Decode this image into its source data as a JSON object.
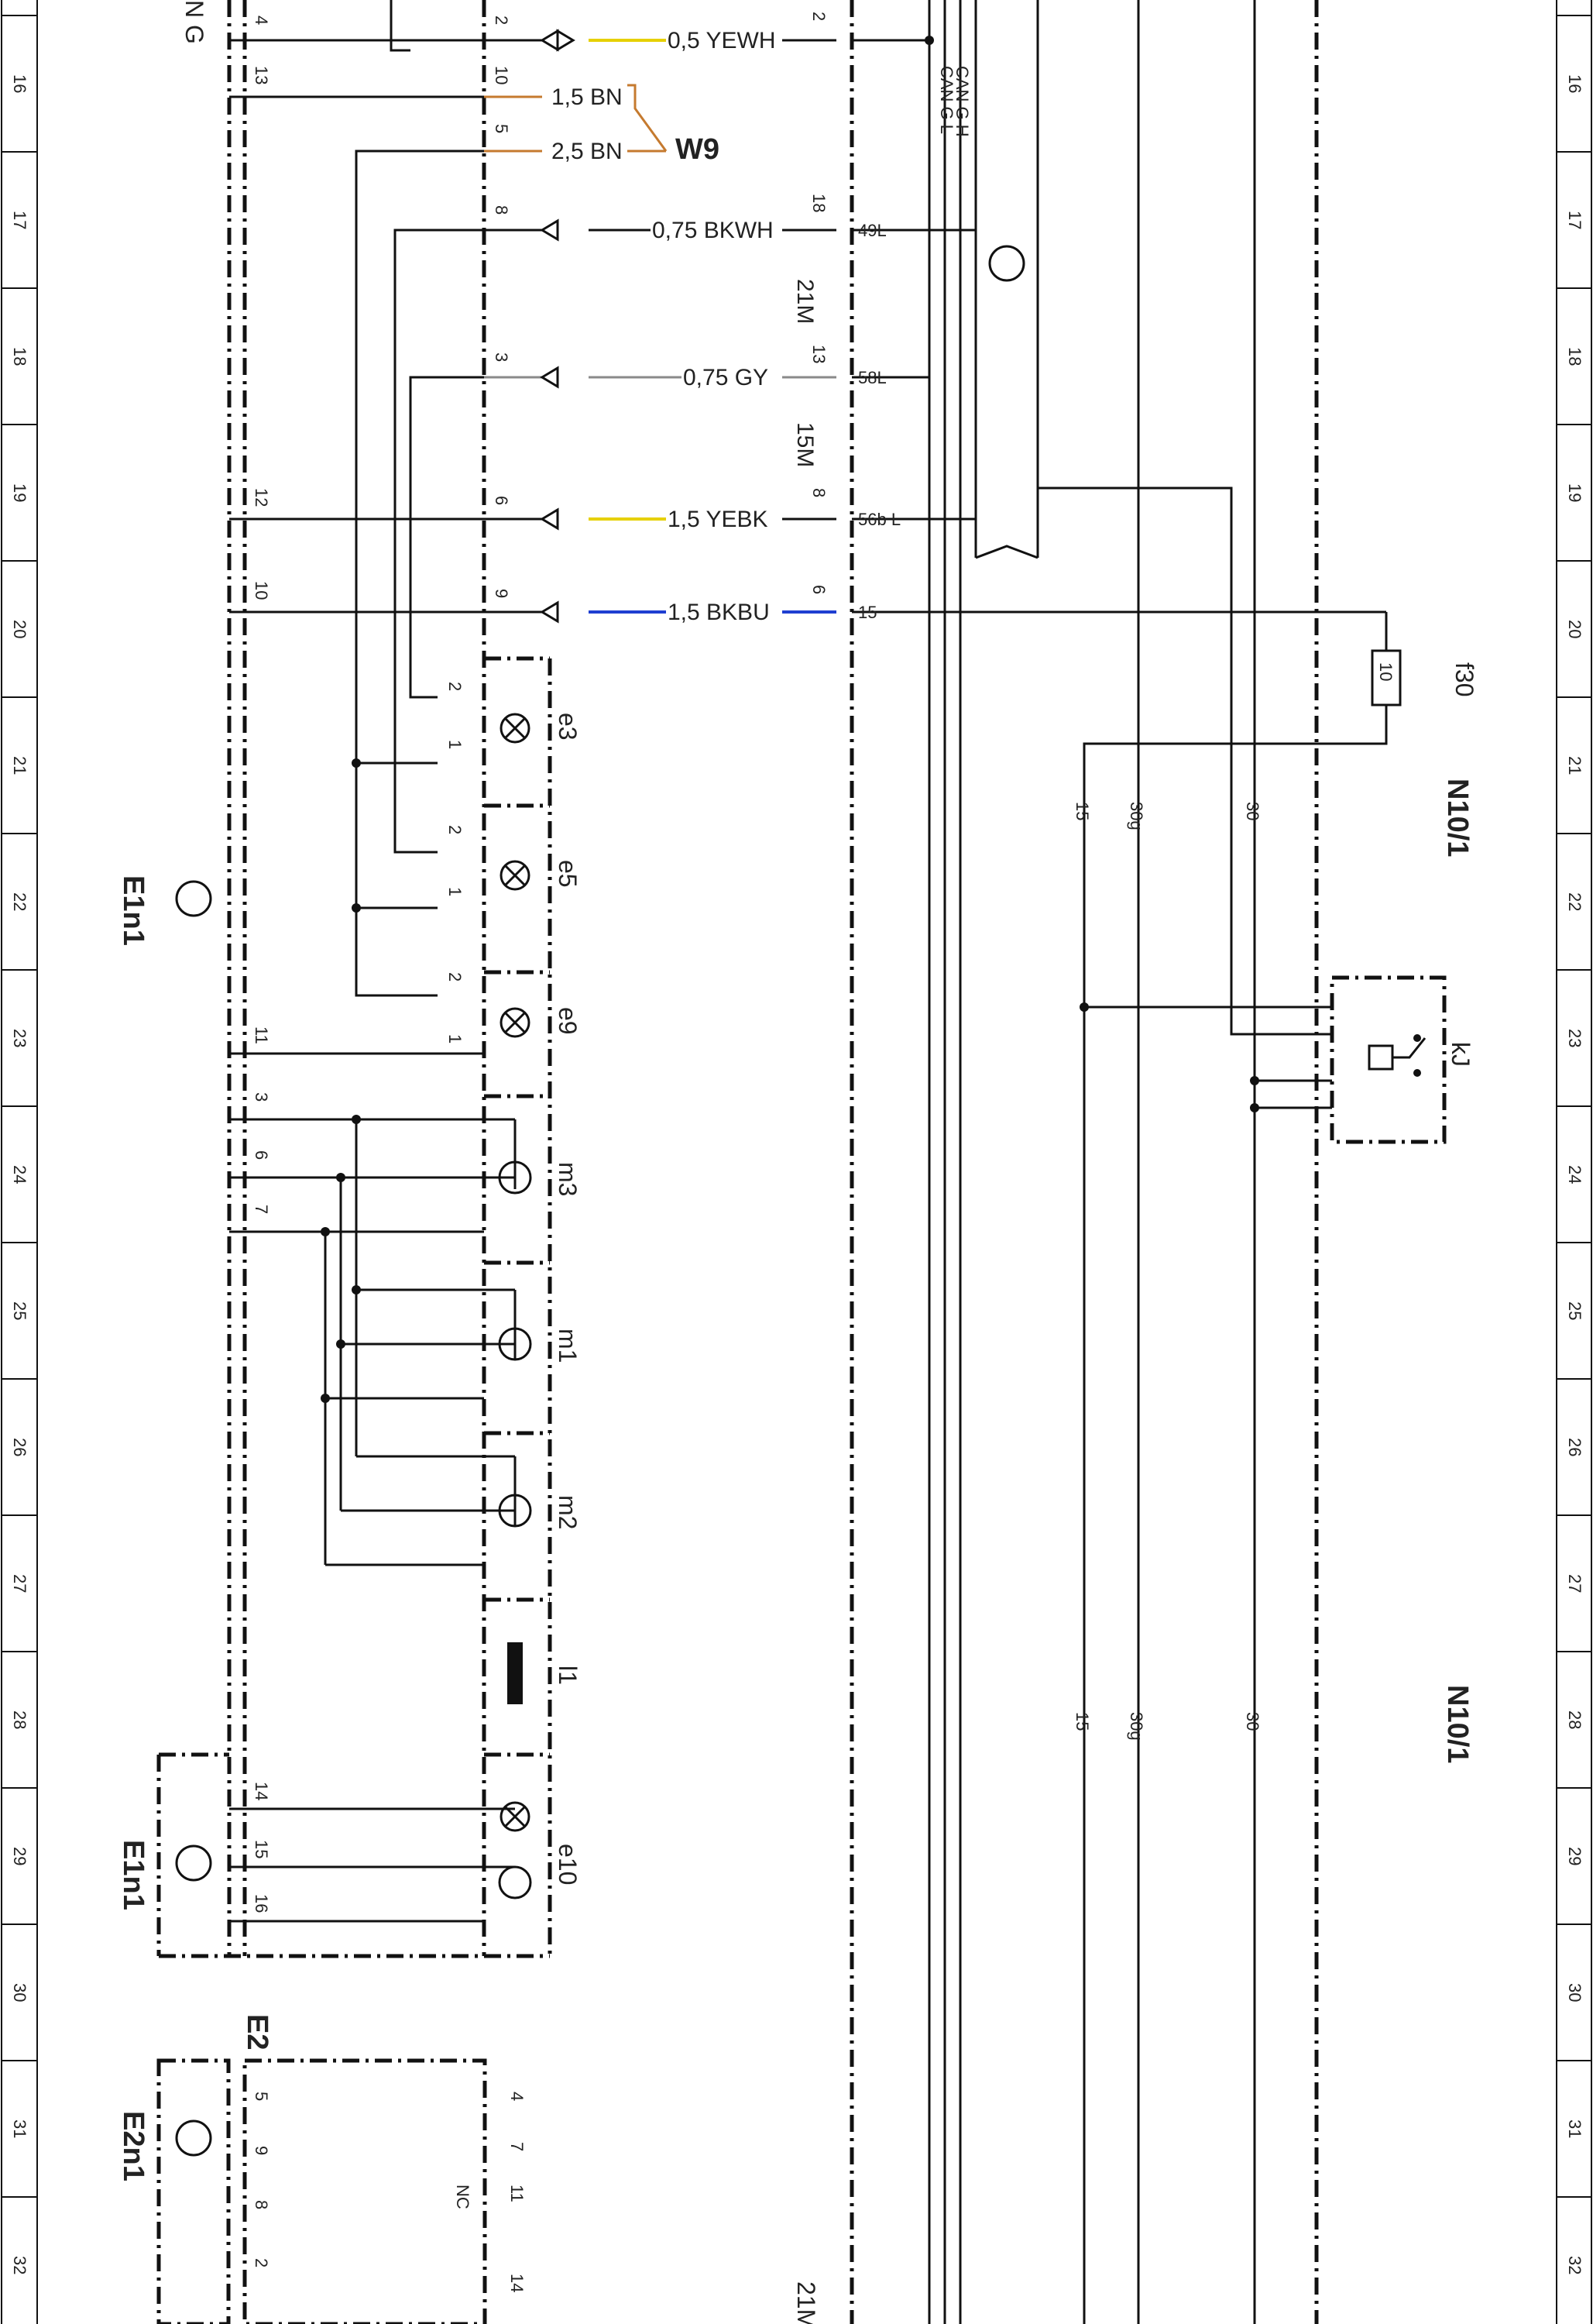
{
  "wires": [
    {
      "cross_section": "0,5",
      "color": "YEWH"
    },
    {
      "cross_section": "1,5",
      "color": "BN"
    },
    {
      "cross_section": "2,5",
      "color": "BN"
    },
    {
      "cross_section": "0,75",
      "color": "BKWH"
    },
    {
      "cross_section": "0,75",
      "color": "GY"
    },
    {
      "cross_section": "1,5",
      "color": "YEBK"
    },
    {
      "cross_section": "1,5",
      "color": "BKBU"
    }
  ],
  "ground_label": "W9",
  "connector_terminals": [
    "49L",
    "58L",
    "56b L",
    "15"
  ],
  "connectors": [
    "21M",
    "15M"
  ],
  "can_labels": [
    "CAN G L",
    "CAN G H"
  ],
  "bulbs": [
    "e3",
    "e5",
    "e9",
    "e10"
  ],
  "motors": [
    "m3",
    "m1",
    "m2"
  ],
  "other_components": [
    "l1"
  ],
  "modules": [
    "E1n1",
    "E1n1",
    "E2",
    "E2n1"
  ],
  "n10_labels": [
    "N10/1",
    "N10/1"
  ],
  "fuse": {
    "name": "f30",
    "rating": "10"
  },
  "relay": "kJ",
  "bus_labels_upper": [
    "15",
    "30g",
    "30"
  ],
  "bus_labels_lower": [
    "15",
    "30g",
    "30"
  ],
  "grid_numbers": [
    "16",
    "17",
    "18",
    "19",
    "20",
    "21",
    "22",
    "23",
    "24",
    "25",
    "26",
    "27",
    "28",
    "29",
    "30",
    "31",
    "32"
  ],
  "top_partial": "N G",
  "bottom_partial": "21M",
  "nc_label": "NC",
  "pins": {
    "left_a": [
      "4",
      "13",
      "12",
      "10",
      "11",
      "3",
      "6",
      "7",
      "14",
      "15",
      "16"
    ],
    "left_b": [
      "5",
      "9",
      "8",
      "2"
    ],
    "mid": [
      "2",
      "10",
      "5",
      "8",
      "3",
      "6",
      "9"
    ],
    "right": [
      "2",
      "18",
      "13",
      "8",
      "6"
    ],
    "bulb": [
      "2",
      "1"
    ],
    "e2": [
      "4",
      "7",
      "11",
      "14"
    ]
  },
  "colors": {
    "brown": "#c57a2f",
    "yellow": "#e6d000",
    "blue": "#1f3fd1",
    "grey": "#8a8a8a"
  }
}
